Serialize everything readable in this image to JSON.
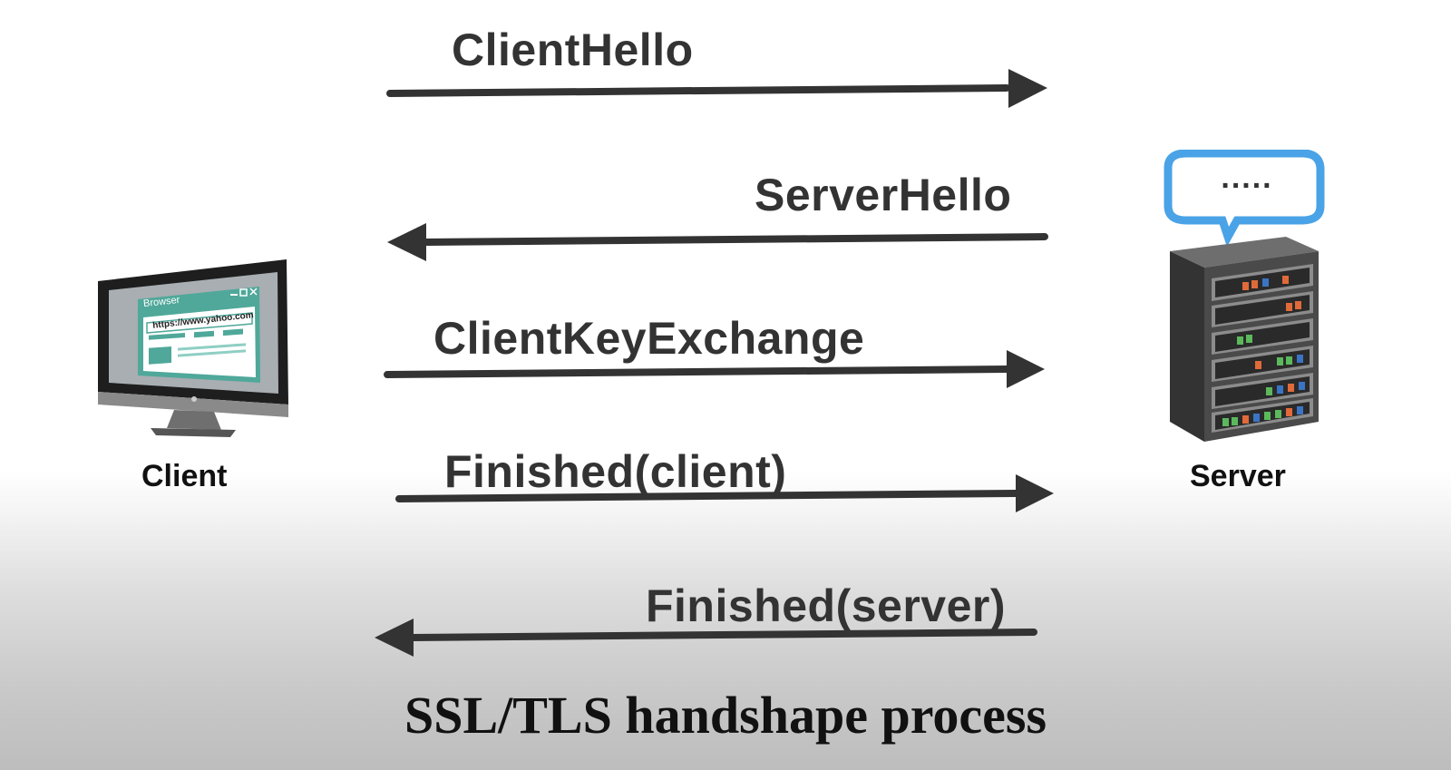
{
  "diagram": {
    "caption": "SSL/TLS handshape process",
    "nodes": {
      "client": {
        "label": "Client",
        "icon": "computer-monitor-icon"
      },
      "server": {
        "label": "Server",
        "icon": "server-rack-icon",
        "bubble_text": "....."
      }
    },
    "browser_window": {
      "title": "Browser",
      "url": "https://www.yahoo.com"
    },
    "messages": [
      {
        "label": "ClientHello",
        "direction": "client-to-server"
      },
      {
        "label": "ServerHello",
        "direction": "server-to-client"
      },
      {
        "label": "ClientKeyExchange",
        "direction": "client-to-server"
      },
      {
        "label": "Finished(client)",
        "direction": "client-to-server"
      },
      {
        "label": "Finished(server)",
        "direction": "server-to-client"
      }
    ]
  },
  "colors": {
    "arrow": "#333333",
    "label_text": "#333333",
    "screen_teal": "#4fa89a",
    "bubble_blue": "#4aa3e6"
  }
}
